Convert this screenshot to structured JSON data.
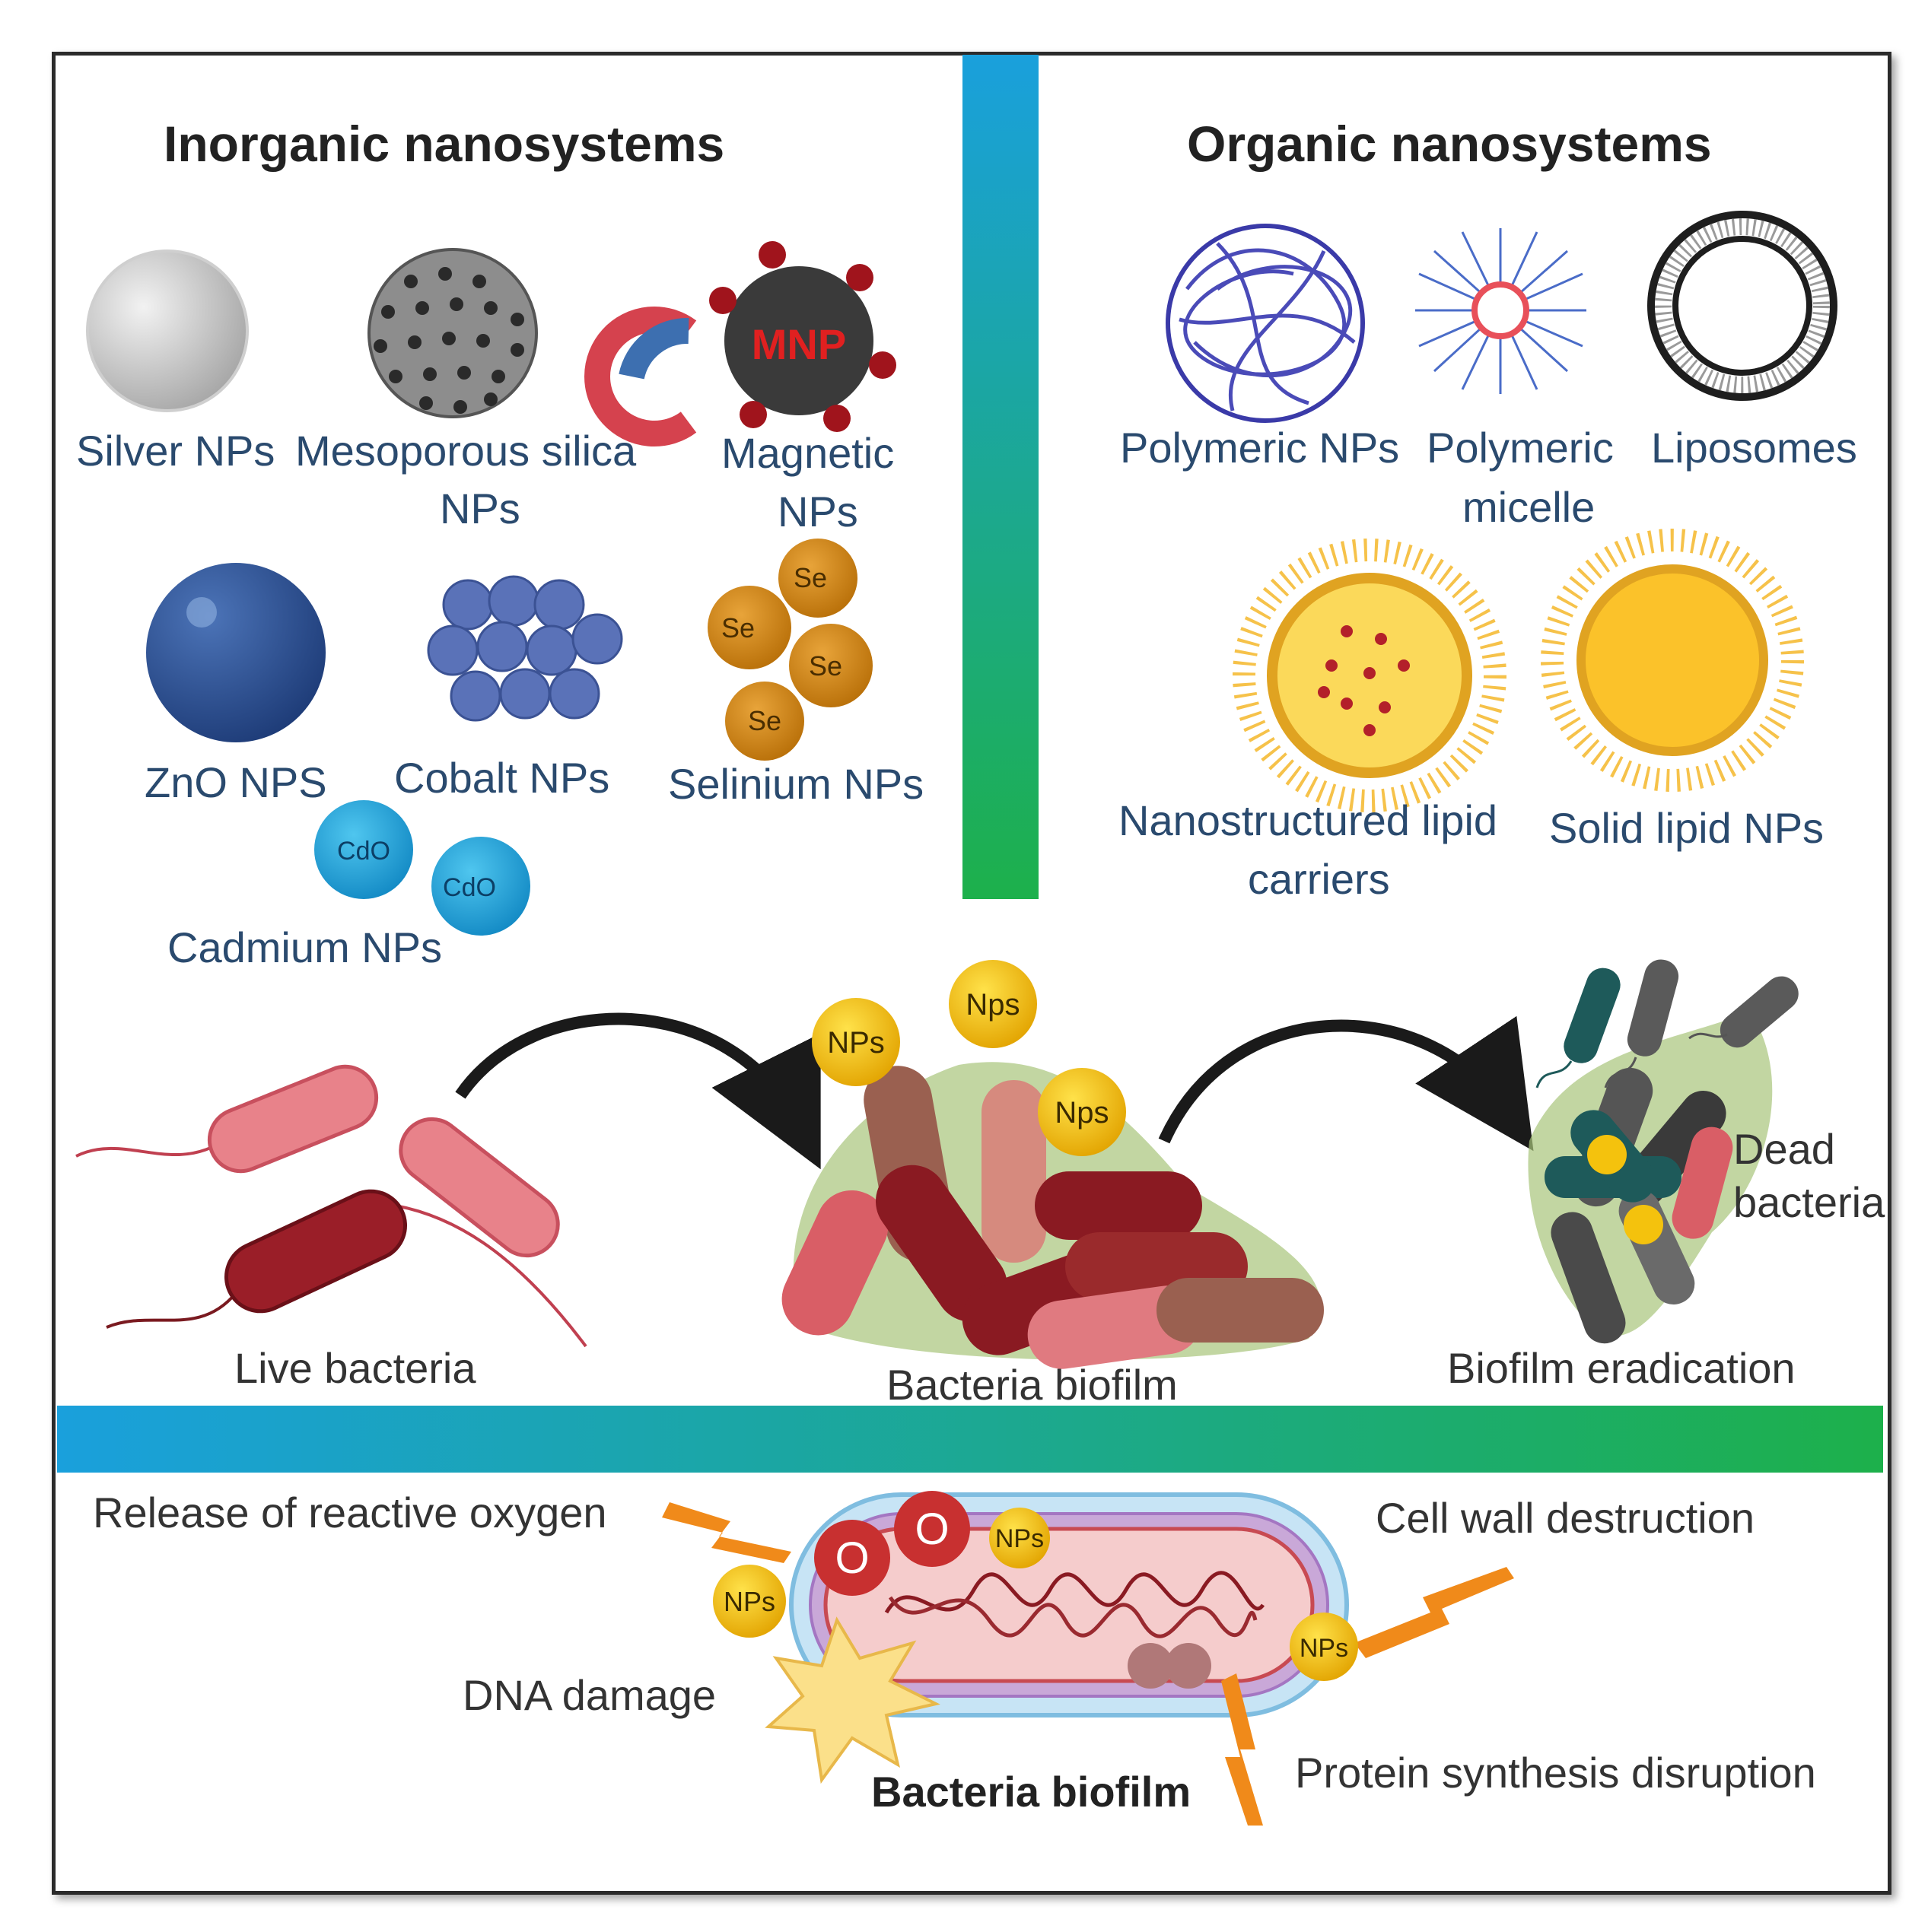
{
  "inorganic": {
    "heading": "Inorganic nanosystems",
    "labels": {
      "silver": "Silver NPs",
      "mesoporous_1": "Mesoporous silica",
      "mesoporous_2": "NPs",
      "magnetic_1": "Magnetic",
      "magnetic_2": "NPs",
      "zno": "ZnO NPS",
      "cobalt": "Cobalt NPs",
      "selenium": "Selinium NPs",
      "cadmium": "Cadmium NPs"
    },
    "markers": {
      "mnp": "MNP",
      "se": "Se",
      "cdo": "CdO"
    }
  },
  "organic": {
    "heading": "Organic nanosystems",
    "labels": {
      "polymeric_nps": "Polymeric NPs",
      "micelle_1": "Polymeric",
      "micelle_2": "micelle",
      "liposomes": "Liposomes",
      "nlc_1": "Nanostructured lipid",
      "nlc_2": "carriers",
      "sln": "Solid lipid NPs"
    }
  },
  "process": {
    "live": "Live bacteria",
    "biofilm": "Bacteria biofilm",
    "eradication": "Biofilm eradication",
    "dead_1": "Dead",
    "dead_2": "bacteria",
    "np_tags": [
      "NPs",
      "Nps",
      "Nps"
    ]
  },
  "mechanism": {
    "ros": "Release of reactive oxygen",
    "cell_wall": "Cell wall destruction",
    "dna": "DNA damage",
    "protein": "Protein synthesis disruption",
    "title": "Bacteria biofilm",
    "oxygen_symbol": "O",
    "np_tag": "NPs"
  },
  "colors": {
    "gradient_start": "#1aa0dc",
    "gradient_end": "#1db04b",
    "label_blue": "#2a4a6e",
    "np_gold": "#f4c20d"
  }
}
